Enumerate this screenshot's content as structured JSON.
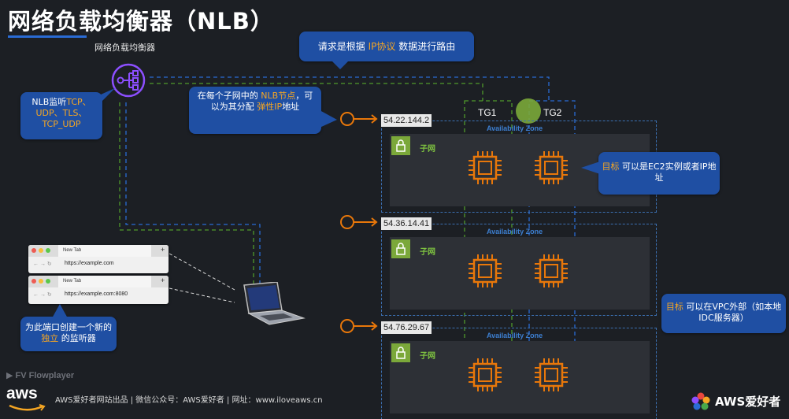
{
  "title": "网络负载均衡器（NLB）",
  "nlb_label": "网络负载均衡器",
  "callouts": {
    "top_route": {
      "pre": "请求是根据 ",
      "hl": "IP协议",
      "post": " 数据进行路由"
    },
    "listen_protocols": {
      "pre": "NLB监听",
      "hl": "TCP、UDP、TLS、TCP_UDP"
    },
    "node_ip": {
      "pre": "在每个子网中的 ",
      "hl1": "NLB节点",
      "mid": "，可以为其分配 ",
      "hl2": "弹性IP",
      "post": "地址"
    },
    "target_ec2": {
      "hl": "目标",
      "post": " 可以是EC2实例或者IP地址"
    },
    "target_outside": {
      "hl": "目标",
      "post": " 可以在VPC外部（如本地IDC服务器）"
    },
    "port_listener": {
      "pre": "为此端口创建一个新的 ",
      "hl": "独立",
      "post": " 的监听器"
    }
  },
  "target_groups": [
    "TG1",
    "TG2"
  ],
  "zones": [
    {
      "ip": "54.22.144.2",
      "az": "Availability Zone",
      "subnet": "子网"
    },
    {
      "ip": "54.36.14.41",
      "az": "Availability Zone",
      "subnet": "子网"
    },
    {
      "ip": "54.76.29.67",
      "az": "Availability Zone",
      "subnet": "子网"
    }
  ],
  "browsers": [
    {
      "tab": "New Tab",
      "url": "https://example.com"
    },
    {
      "tab": "New Tab",
      "url": "https://example.com:8080"
    }
  ],
  "footer": {
    "watermark": "FV Flowplayer",
    "aws": "aws",
    "credits": "AWS爱好者网站出品 | 微信公众号：AWS爱好者 | 网址：www.iloveaws.cn",
    "brand": "AWS爱好者"
  },
  "colors": {
    "accent": "#f5a623",
    "callout": "#1f4fa3",
    "chip": "#e8770a",
    "green_path": "#4f9a2a",
    "blue_path": "#2a6bd4",
    "subnet_green": "#7ec240",
    "nlb_purple": "#8c4fff"
  }
}
